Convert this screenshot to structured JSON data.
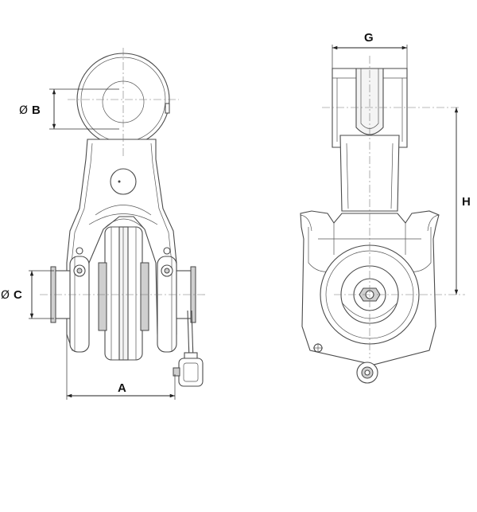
{
  "dimensions": {
    "a": {
      "label": "A"
    },
    "b": {
      "label": "B",
      "symbol": "Ø"
    },
    "c": {
      "label": "C",
      "symbol": "Ø"
    },
    "g": {
      "label": "G"
    },
    "h": {
      "label": "H"
    }
  },
  "colors": {
    "outline": "#4a4a4a",
    "dimension": "#222222",
    "centerline": "#777777"
  }
}
